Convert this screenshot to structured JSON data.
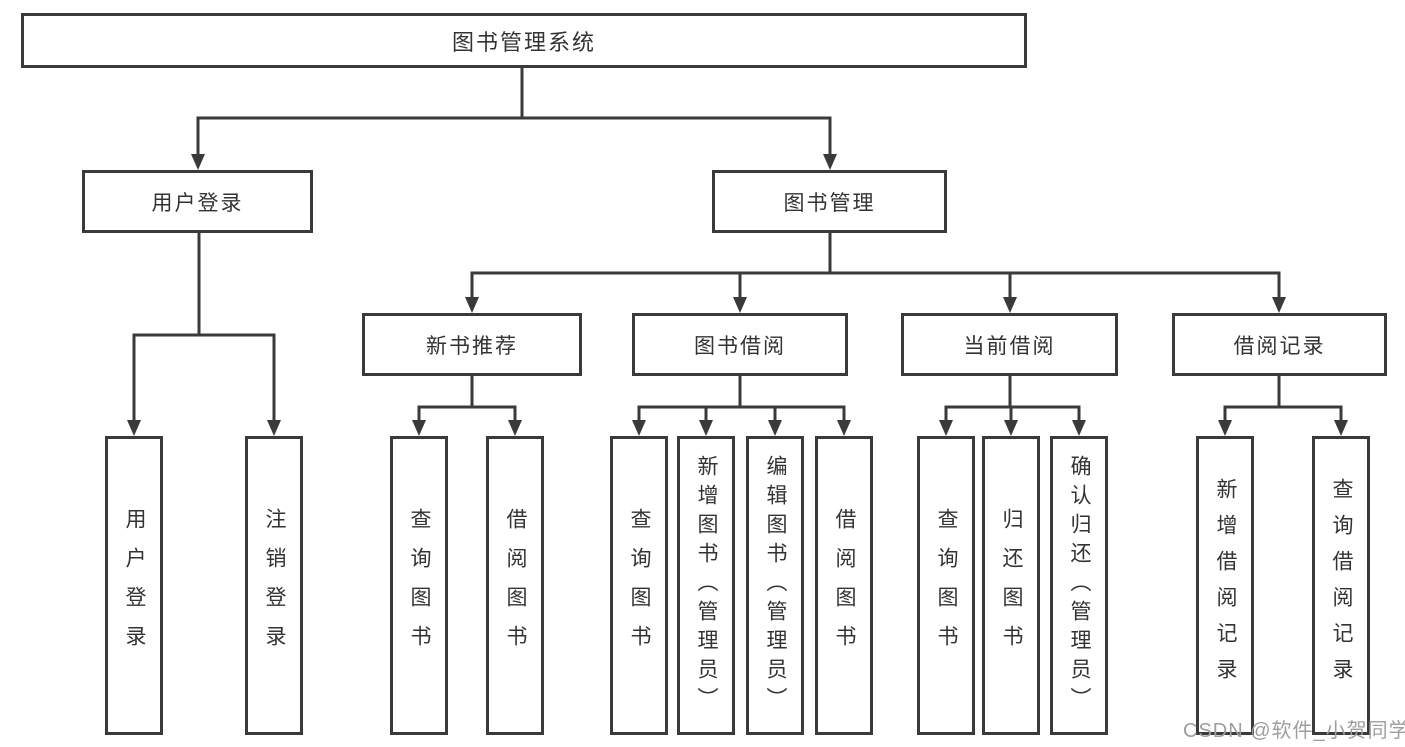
{
  "diagram": {
    "title": "图书管理系统",
    "level2": {
      "login": "用户登录",
      "management": "图书管理"
    },
    "level3": {
      "new_books": "新书推荐",
      "borrowing": "图书借阅",
      "current_loans": "当前借阅",
      "loan_records": "借阅记录"
    },
    "leaves": {
      "user_login": "用户登录",
      "logout": "注销登录",
      "nb_query_books": "查询图书",
      "nb_borrow_books": "借阅图书",
      "bw_query_books": "查询图书",
      "bw_add_books_admin": "新增图书（管理员）",
      "bw_edit_books_admin": "编辑图书（管理员）",
      "bw_borrow_books": "借阅图书",
      "cl_query_books": "查询图书",
      "cl_return_books": "归还图书",
      "cl_confirm_return_admin": "确认归还（管理员）",
      "lr_add_record": "新增借阅记录",
      "lr_query_record": "查询借阅记录"
    }
  },
  "watermark": {
    "text": "CSDN @软件_小贺同学"
  },
  "colors": {
    "line": "#3a3a3a",
    "text": "#333333",
    "watermark": "#9e9e9e",
    "background": "#ffffff"
  }
}
